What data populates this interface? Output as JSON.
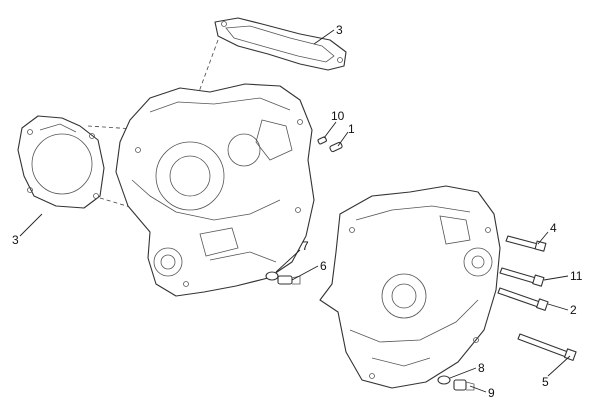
{
  "callouts": {
    "c3_top": "3",
    "c3_left": "3",
    "c10": "10",
    "c1": "1",
    "c7": "7",
    "c6": "6",
    "c4": "4",
    "c11": "11",
    "c2": "2",
    "c5": "5",
    "c8": "8",
    "c9": "9"
  }
}
